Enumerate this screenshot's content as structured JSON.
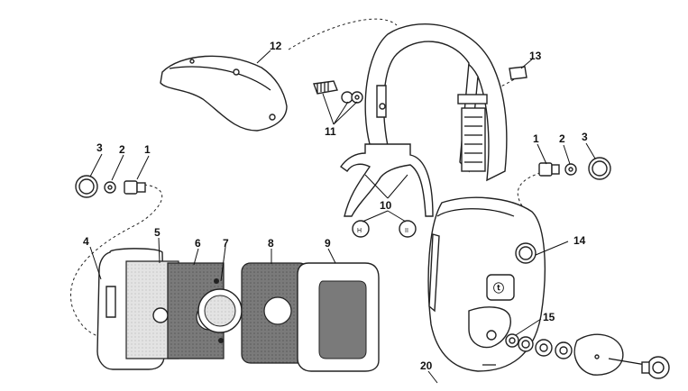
{
  "diagram": {
    "labels": {
      "l1a": "1",
      "l2a": "2",
      "l3a": "3",
      "l1b": "1",
      "l2b": "2",
      "l3b": "3",
      "l4": "4",
      "l5": "5",
      "l6": "6",
      "l7": "7",
      "l8": "8",
      "l9": "9",
      "l10": "10",
      "l11": "11",
      "l12": "12",
      "l13": "13",
      "l14": "14",
      "l15": "15",
      "l20": "20"
    },
    "colors": {
      "line": "#222222",
      "fill": "#ffffff",
      "foam_dark": "#6e6e6e",
      "foam_light": "#d9d9d9",
      "pad_inner": "#7a7a7a"
    }
  }
}
